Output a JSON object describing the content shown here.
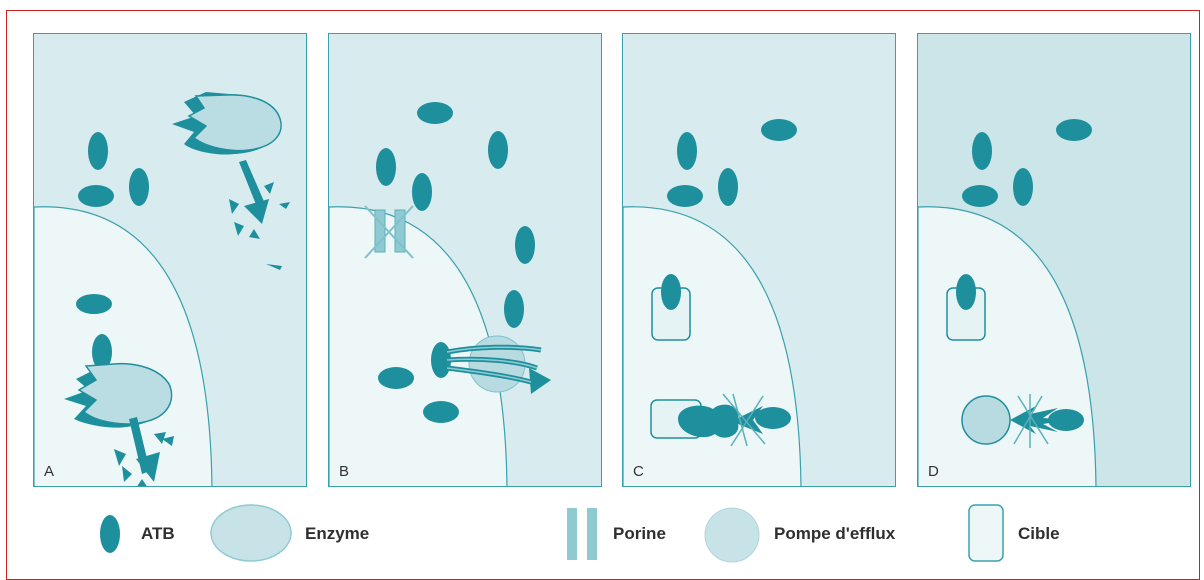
{
  "panels": [
    {
      "letter": "A"
    },
    {
      "letter": "B"
    },
    {
      "letter": "C"
    },
    {
      "letter": "D"
    }
  ],
  "legend": {
    "atb": "ATB",
    "enzyme": "Enzyme",
    "porine": "Porine",
    "pump": "Pompe d'efflux",
    "target": "Cible"
  },
  "colors": {
    "frame": "#cc2222",
    "outside": "#d8ecef",
    "outside_dark": "#cce5e9",
    "cell": "#eef7f8",
    "teal": "#1e8f9c",
    "border": "#3aa0ad",
    "enzyme_fill": "#b9dde2",
    "pump_fill": "#b7dbe0"
  }
}
